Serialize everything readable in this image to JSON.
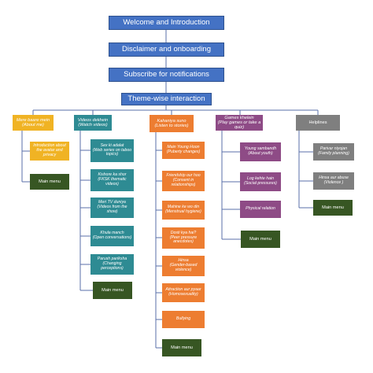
{
  "top": [
    "Welcome and Introduction",
    "Disclaimer and onboarding",
    "Subscribe for notifications",
    "Theme-wise interaction"
  ],
  "columns": [
    {
      "title": "Mere baare mein\n(About me)",
      "color": "#f0b324",
      "items": [
        "Introduction about the avatar and privacy"
      ],
      "menu": "Main menu"
    },
    {
      "title": "Videos dekhein\n(Watch videos)",
      "color": "#2e8b93",
      "items": [
        "Sex ki adalat\n(Web series on taboo topics)",
        "Kishore ka shor\n(FKSK thematic videos)",
        "Meri TV duniya\n(Videos from the show)",
        "Khula manch\n(Open conversations)",
        "Parush pariksha\n(Changing perceptions)"
      ],
      "menu": "Main menu"
    },
    {
      "title": "Kahaniya suno\n(Listen to stories)",
      "color": "#ed7d31",
      "items": [
        "Main Young Hoon\n(Puberty changes)",
        "Friendship our hoo\n(Consent in relationships)",
        "Mahine ke wo din\n(Menstrual hygiene)",
        "Dosti kya hai?\n(Peer pressure anecdotes)",
        "Hinsa\n(Gender-based violence)",
        "Attraction aur pyaar\n(Homosexuality)",
        "Bullying"
      ],
      "menu": "Main menu"
    },
    {
      "title": "Games khelein\n(Play games or take a quiz)",
      "color": "#8e4b86",
      "items": [
        "Young sambandh\n(About youth)",
        "Log kehte hain\n(Social pressures)",
        "Physical relation"
      ],
      "menu": "Main menu"
    },
    {
      "title": "Helplines",
      "color": "#7f7f7f",
      "items": [
        "Parivar niyojan\n(Family planning)",
        "Hinsa aur abuse\n(Violence )"
      ],
      "menu": "Main menu"
    }
  ]
}
